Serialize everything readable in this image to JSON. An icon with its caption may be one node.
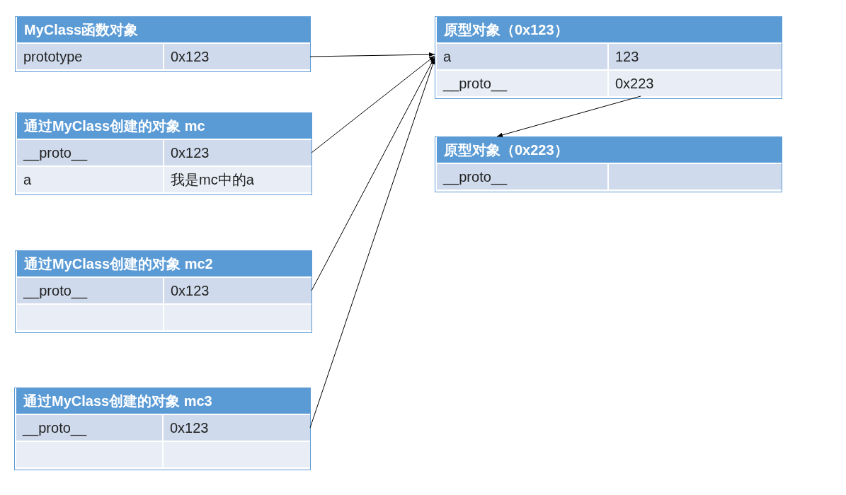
{
  "diagram": {
    "nodes": [
      {
        "text": [
          "MyClass函数对象"
        ]
      },
      {
        "text": [
          "prototype"
        ],
        "in": 0
      },
      {
        "text": [
          "0x123"
        ],
        "in": 0
      },
      {
        "text": [
          "通过MyClass创建的对象 mc"
        ]
      },
      {
        "text": [
          "__proto__"
        ],
        "in": 3
      },
      {
        "text": [
          "0x123"
        ],
        "in": 3
      },
      {
        "text": [
          "a"
        ],
        "in": 3
      },
      {
        "text": [
          "我是mc中的a"
        ],
        "in": 3
      },
      {
        "text": [
          "通过MyClass创建的对象 mc2"
        ]
      },
      {
        "text": [
          "__proto__"
        ],
        "in": 8
      },
      {
        "text": [
          "0x123"
        ],
        "in": 8
      },
      {
        "text": [],
        "shape": "box",
        "in": 8
      },
      {
        "text": [],
        "shape": "box",
        "in": 8
      },
      {
        "text": [
          "通过MyClass创建的对象 mc3"
        ]
      },
      {
        "text": [
          "__proto__"
        ],
        "in": 13
      },
      {
        "text": [
          "0x123"
        ],
        "in": 13
      },
      {
        "text": [],
        "shape": "box",
        "in": 13
      },
      {
        "text": [],
        "shape": "box",
        "in": 13
      },
      {
        "text": [
          "原型对象（0x123）"
        ]
      },
      {
        "text": [
          "a"
        ],
        "in": 18
      },
      {
        "text": [
          "123"
        ],
        "in": 18
      },
      {
        "text": [
          "__proto__"
        ],
        "in": 18
      },
      {
        "text": [
          "0x223"
        ],
        "in": 18
      },
      {
        "text": [
          "原型对象（0x223）"
        ]
      },
      {
        "text": [
          "__proto__"
        ],
        "in": 23
      },
      {
        "text": [],
        "shape": "box",
        "in": 23
      }
    ],
    "edges": [
      {
        "from": 2,
        "to": 18,
        "arrow": "to"
      },
      {
        "from": 5,
        "to": 18,
        "arrow": "to"
      },
      {
        "from": 10,
        "to": 18,
        "arrow": "to"
      },
      {
        "from": 15,
        "to": 18,
        "arrow": "to"
      },
      {
        "from": 22,
        "to": 23,
        "arrow": "to"
      }
    ]
  }
}
